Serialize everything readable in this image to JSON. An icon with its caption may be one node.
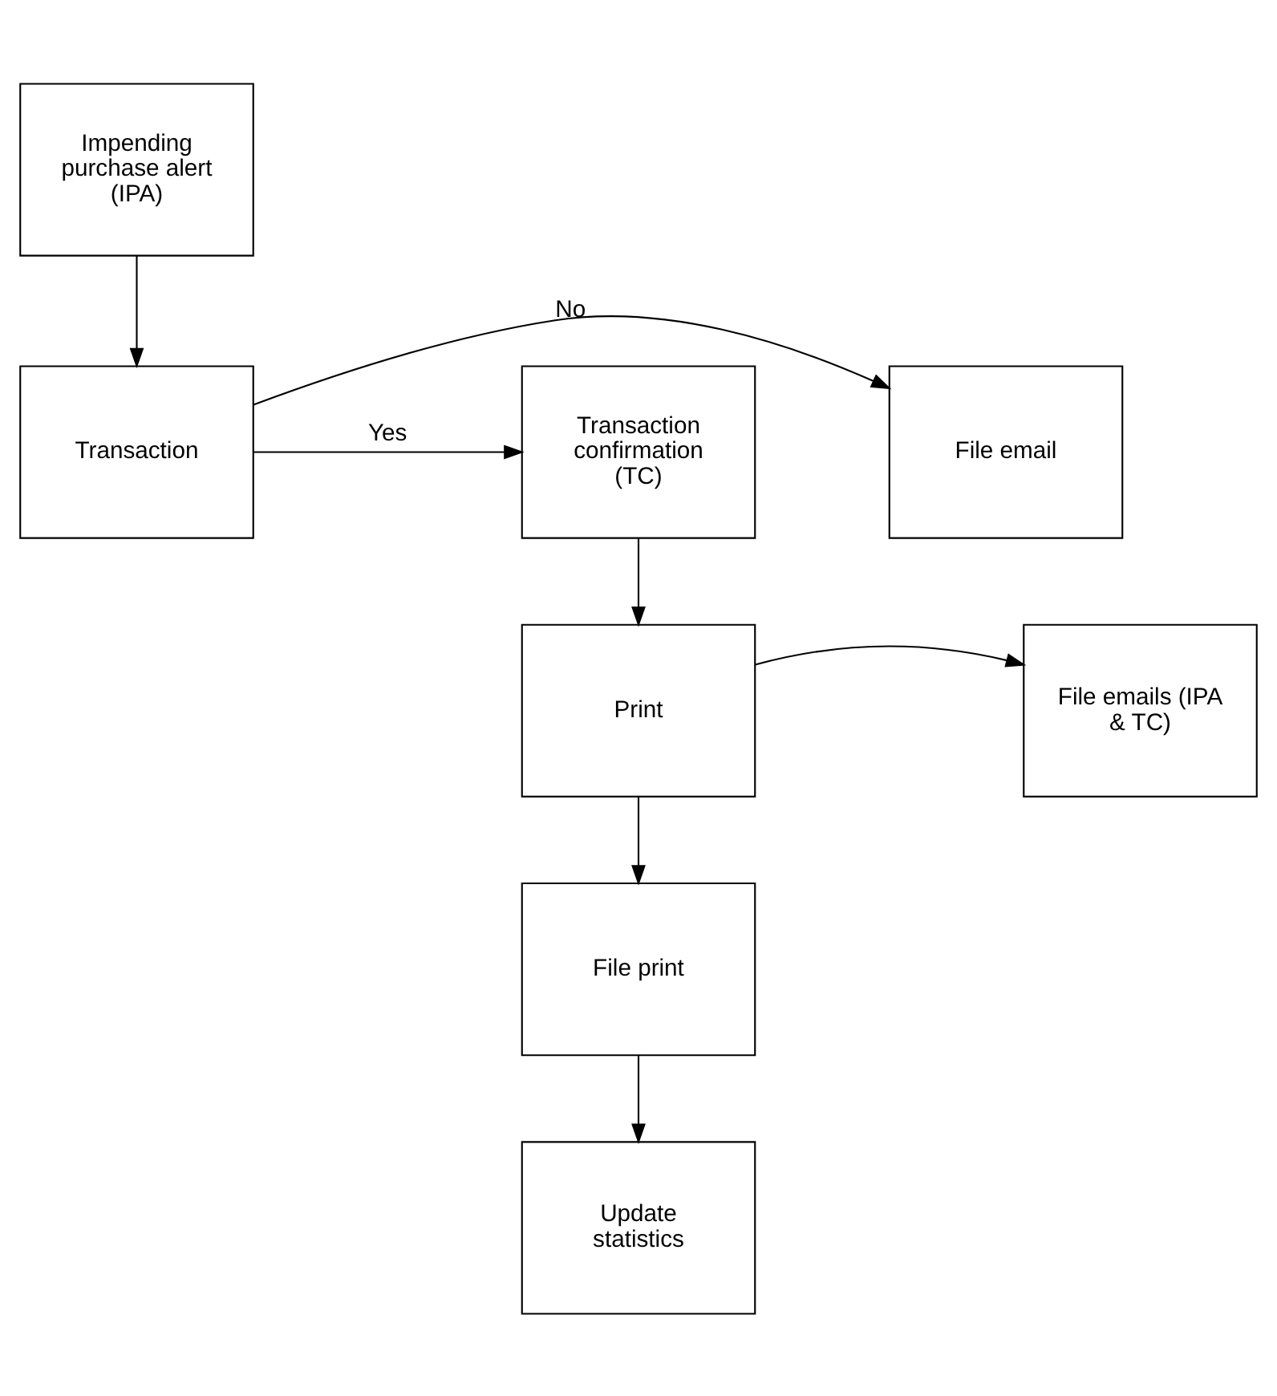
{
  "diagram": {
    "nodes": [
      {
        "text": [
          "Impending purchase alert (IPA)"
        ]
      },
      {
        "text": [
          "File email"
        ]
      },
      {
        "text": [
          "Transaction"
        ]
      },
      {
        "text": [
          "Transaction confirmation (TC)"
        ]
      },
      {
        "text": [
          "File emails (IPA & TC)"
        ]
      },
      {
        "text": [
          "Print"
        ]
      },
      {
        "text": [
          "File print"
        ]
      },
      {
        "text": [
          "Update statistics"
        ]
      }
    ],
    "edges": [
      {
        "from": 0,
        "to": 2,
        "arrow": "to"
      },
      {
        "from": 2,
        "to": 1,
        "arrow": "to",
        "label": "No"
      },
      {
        "from": 2,
        "to": 3,
        "arrow": "to",
        "label": "Yes"
      },
      {
        "from": 3,
        "to": 5,
        "arrow": "to"
      },
      {
        "from": 5,
        "to": 4,
        "arrow": "to"
      },
      {
        "from": 5,
        "to": 6,
        "arrow": "to"
      },
      {
        "from": 6,
        "to": 7,
        "arrow": "to"
      }
    ]
  }
}
